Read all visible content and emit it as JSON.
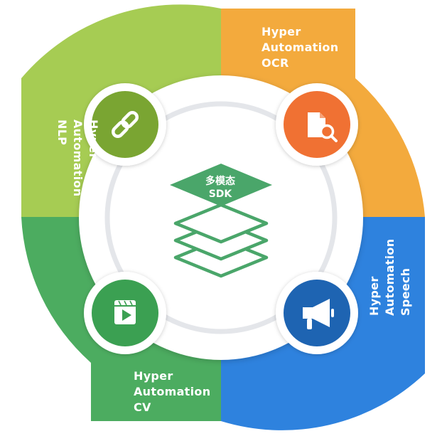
{
  "colors": {
    "nlp": "#a6cc53",
    "ocr": "#f3aa3d",
    "speech": "#2e82de",
    "cv": "#4cac60",
    "icon_nlp_bg": "#7aa532",
    "icon_ocr_bg": "#f07133",
    "icon_speech_bg": "#1e64b2",
    "icon_cv_bg": "#3ba052",
    "sdk": "#4aa66a"
  },
  "quadrants": {
    "nlp": {
      "lines": [
        "Hyper",
        "Automation",
        "NLP"
      ],
      "icon": "link-icon"
    },
    "ocr": {
      "lines": [
        "Hyper",
        "Automation",
        "OCR"
      ],
      "icon": "document-search-icon"
    },
    "speech": {
      "lines": [
        "Hyper",
        "Automation",
        "Speech"
      ],
      "icon": "megaphone-icon"
    },
    "cv": {
      "lines": [
        "Hyper",
        "Automation",
        "CV"
      ],
      "icon": "video-play-icon"
    }
  },
  "center": {
    "lines": [
      "多模态",
      "SDK"
    ],
    "icon": "layers-icon"
  }
}
